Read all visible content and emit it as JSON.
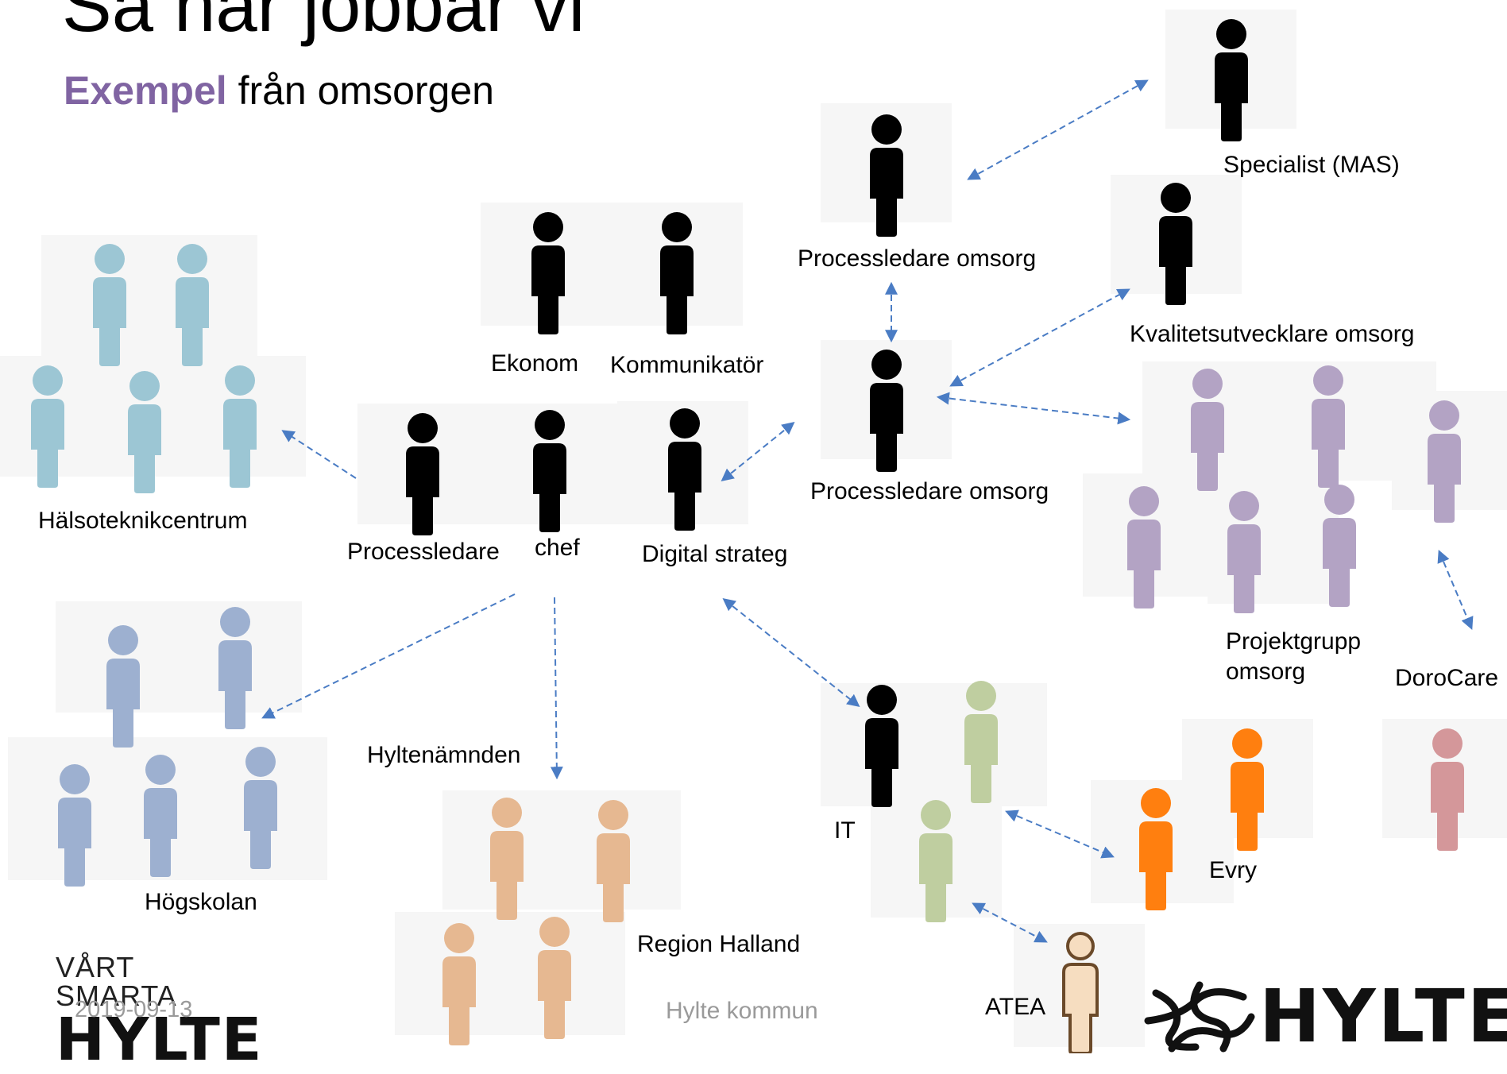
{
  "title": "Så här jobbar vi",
  "subtitle": {
    "highlight": "Exempel",
    "rest": " från omsorgen"
  },
  "colors": {
    "accent": "#8064a2",
    "staff": "#000000",
    "halsoteknik": "#9cc6d4",
    "hogskolan": "#9db0d0",
    "region": "#e6b891",
    "projekt": "#b3a3c4",
    "it_partner": "#bfcea0",
    "evry": "#ff7f0f",
    "dorocare": "#d4979a",
    "atea": "#f6ddc0",
    "arrow": "#4a7cc4"
  },
  "labels": {
    "specialist": "Specialist (MAS)",
    "processledare_omsorg_top": "Processledare omsorg",
    "kvalitetsutvecklare": "Kvalitetsutvecklare omsorg",
    "ekonom": "Ekonom",
    "kommunikator": "Kommunikatör",
    "processledare_omsorg_mid": "Processledare omsorg",
    "halsoteknikcentrum": "Hälsoteknikcentrum",
    "processledare": "Processledare",
    "chef": "chef",
    "digital_strateg": "Digital strateg",
    "projektgrupp_1": "Projektgrupp",
    "projektgrupp_2": "omsorg",
    "dorocare": "DoroCare",
    "hyltenamnden": "Hyltenämnden",
    "it": "IT",
    "evry": "Evry",
    "hogskolan": "Högskolan",
    "region_halland": "Region Halland",
    "atea": "ATEA"
  },
  "footer": {
    "logo_small": "VÅRT SMARTA",
    "logo_big": "HYLTE",
    "date": "2019-09-13",
    "org": "Hylte kommun",
    "brand": "HYLTE"
  }
}
